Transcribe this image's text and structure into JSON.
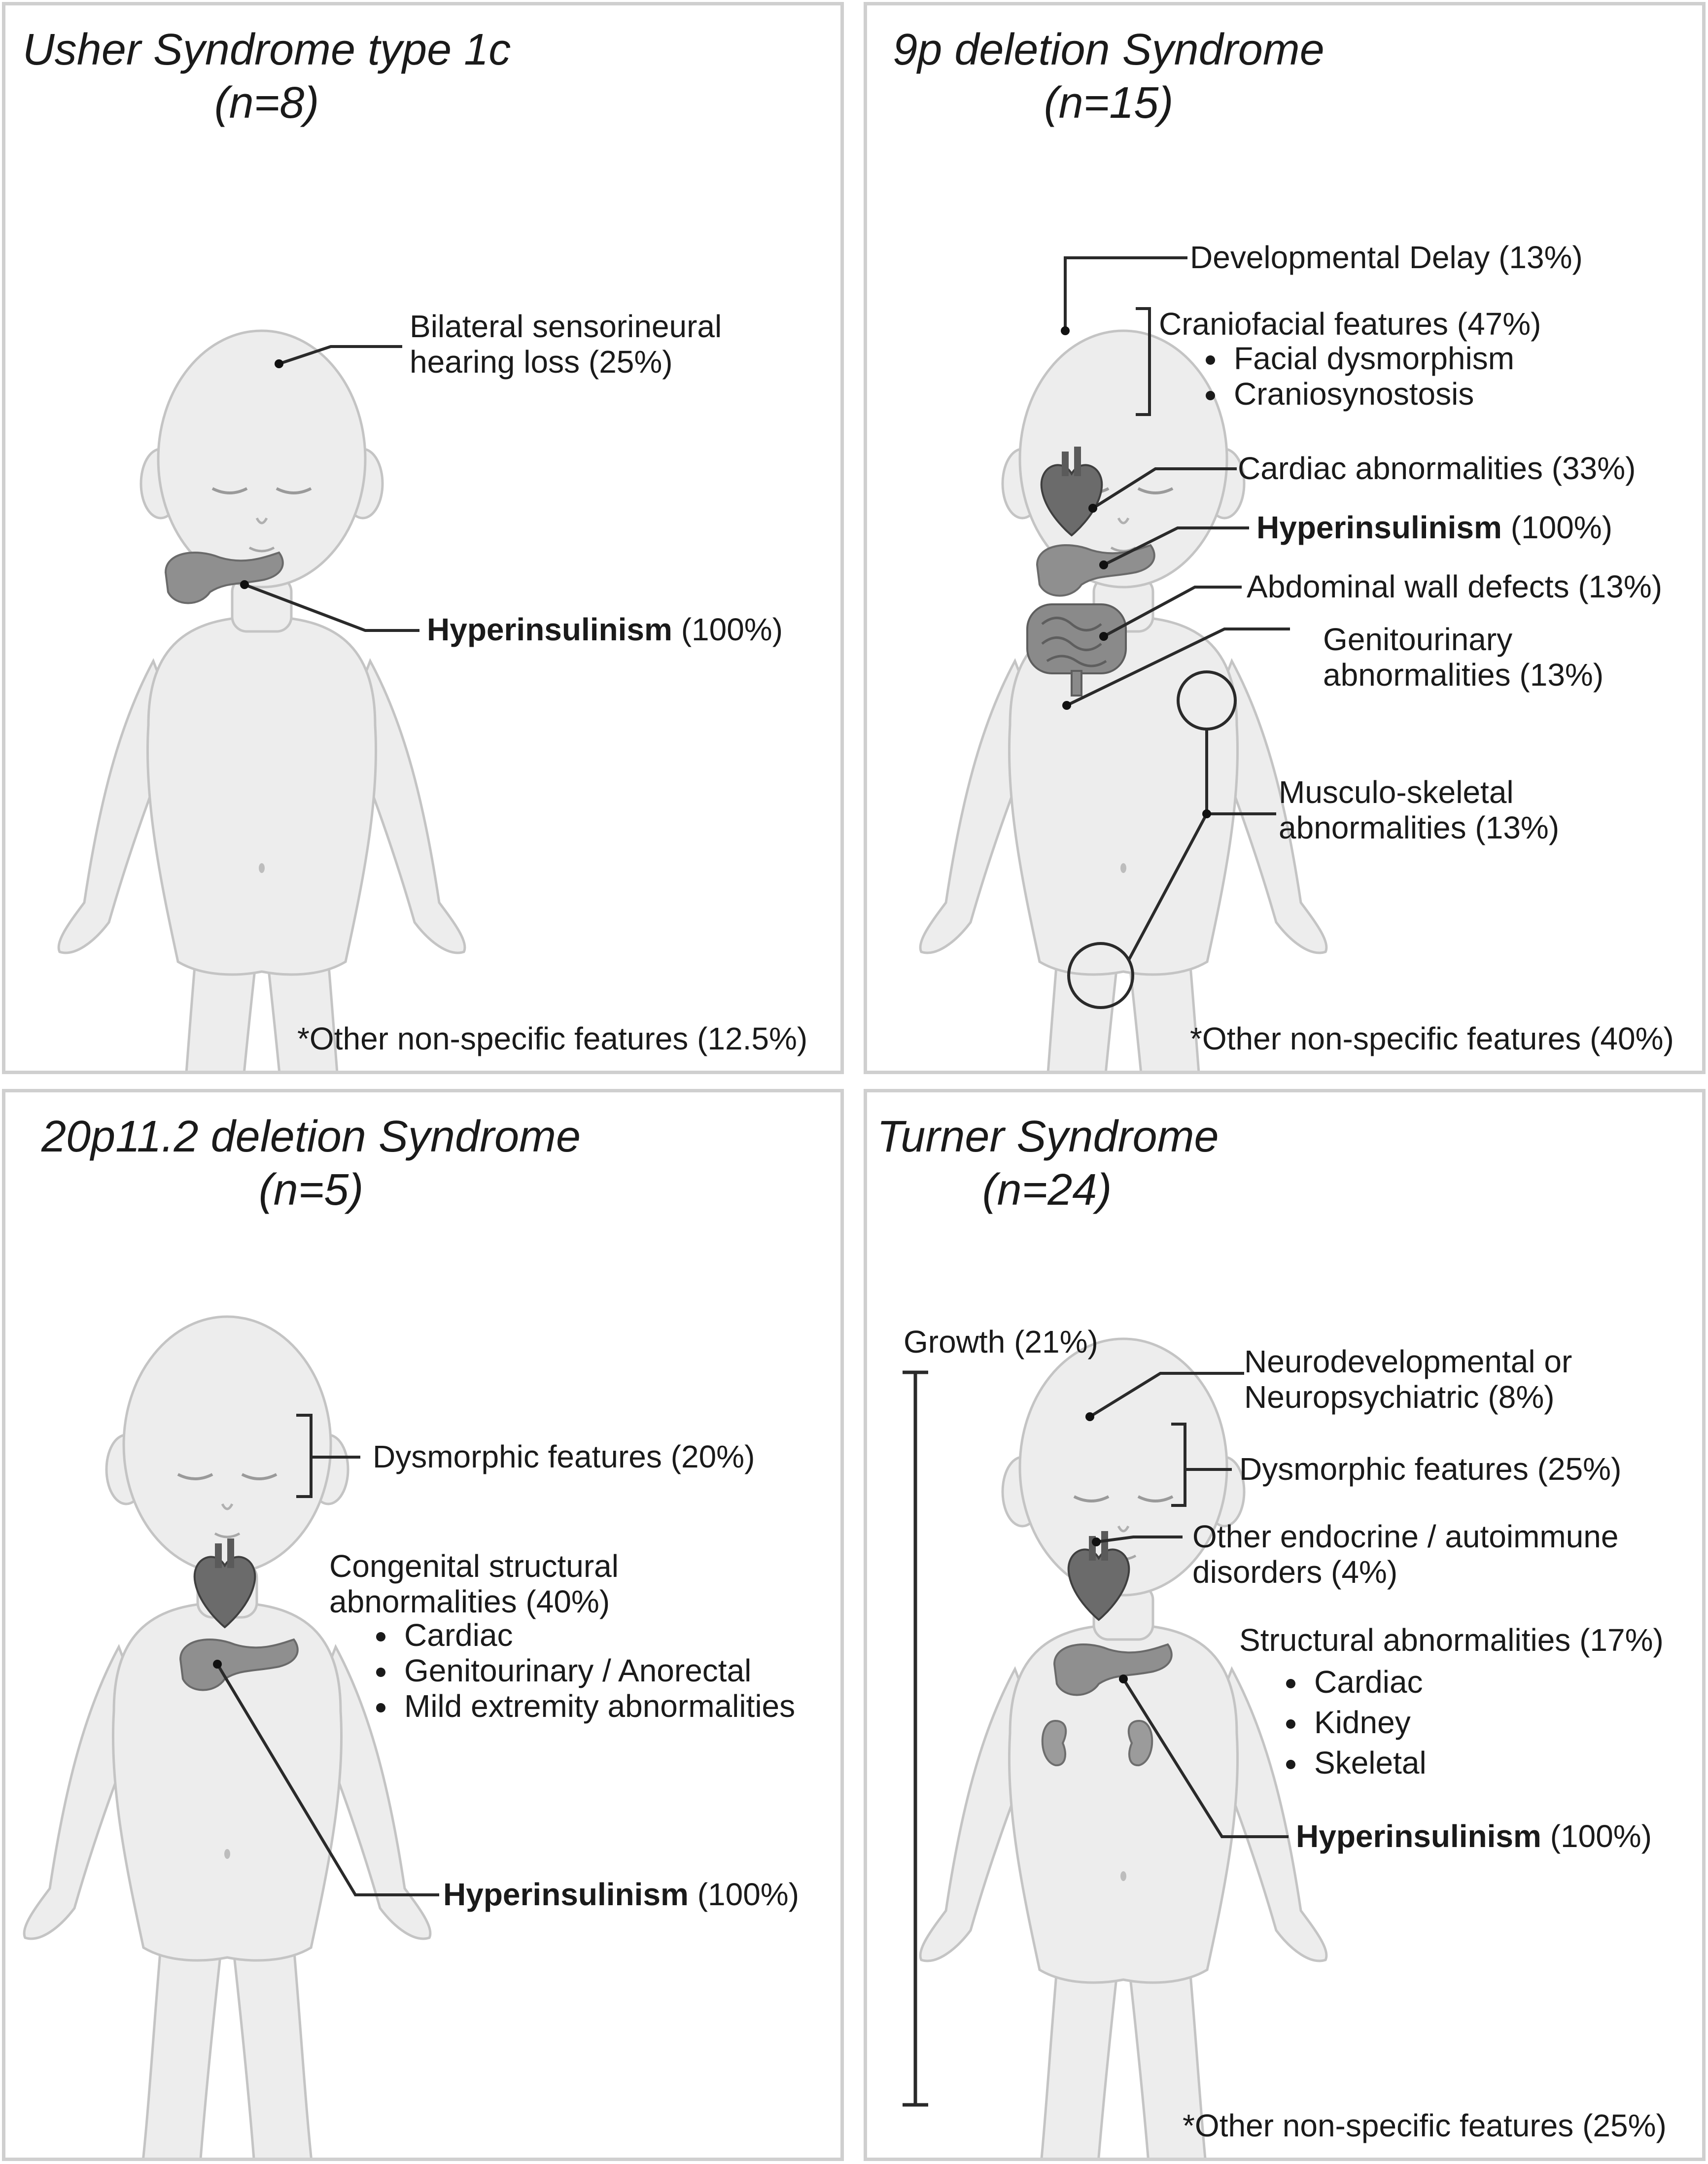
{
  "panels": [
    {
      "title": "Usher Syndrome type 1c",
      "n": "(n=8)",
      "labels": {
        "hearing_line1": "Bilateral sensorineural",
        "hearing_line2": "hearing loss (25%)",
        "hi_term": "Hyperinsulinism",
        "hi_pct": "(100%)",
        "other": "*Other non-specific features  (12.5%)"
      }
    },
    {
      "title": "9p deletion Syndrome",
      "n": "(n=15)",
      "labels": {
        "dev": "Developmental Delay (13%)",
        "cranio": "Craniofacial features (47%)",
        "cranio_items": [
          "Facial dysmorphism",
          "Craniosynostosis"
        ],
        "cardiac": "Cardiac abnormalities (33%)",
        "hi_term": "Hyperinsulinism",
        "hi_pct": "(100%)",
        "abdominal": "Abdominal wall defects (13%)",
        "gu_line1": "Genitourinary",
        "gu_line2": "abnormalities (13%)",
        "msk_line1": "Musculo-skeletal",
        "msk_line2": "abnormalities (13%)",
        "other": "*Other non-specific features (40%)"
      }
    },
    {
      "title": "20p11.2 deletion Syndrome",
      "n": "(n=5)",
      "labels": {
        "dysmorphic": "Dysmorphic features (20%)",
        "cong_line1": "Congenital structural",
        "cong_line2": "abnormalities (40%)",
        "cong_items": [
          "Cardiac",
          "Genitourinary / Anorectal",
          "Mild extremity abnormalities"
        ],
        "hi_term": "Hyperinsulinism",
        "hi_pct": "(100%)"
      }
    },
    {
      "title": "Turner Syndrome",
      "n": "(n=24)",
      "labels": {
        "growth": "Growth (21%)",
        "neuro_line1": "Neurodevelopmental or",
        "neuro_line2": "Neuropsychiatric (8%)",
        "dysmorphic": "Dysmorphic features (25%)",
        "endo_line1": "Other endocrine / autoimmune",
        "endo_line2": "disorders (4%)",
        "struct": "Structural abnormalities (17%)",
        "struct_items": [
          "Cardiac",
          "Kidney",
          "Skeletal"
        ],
        "hi_term": "Hyperinsulinism",
        "hi_pct": "(100%)",
        "other": "*Other non-specific features (25%)"
      }
    }
  ]
}
